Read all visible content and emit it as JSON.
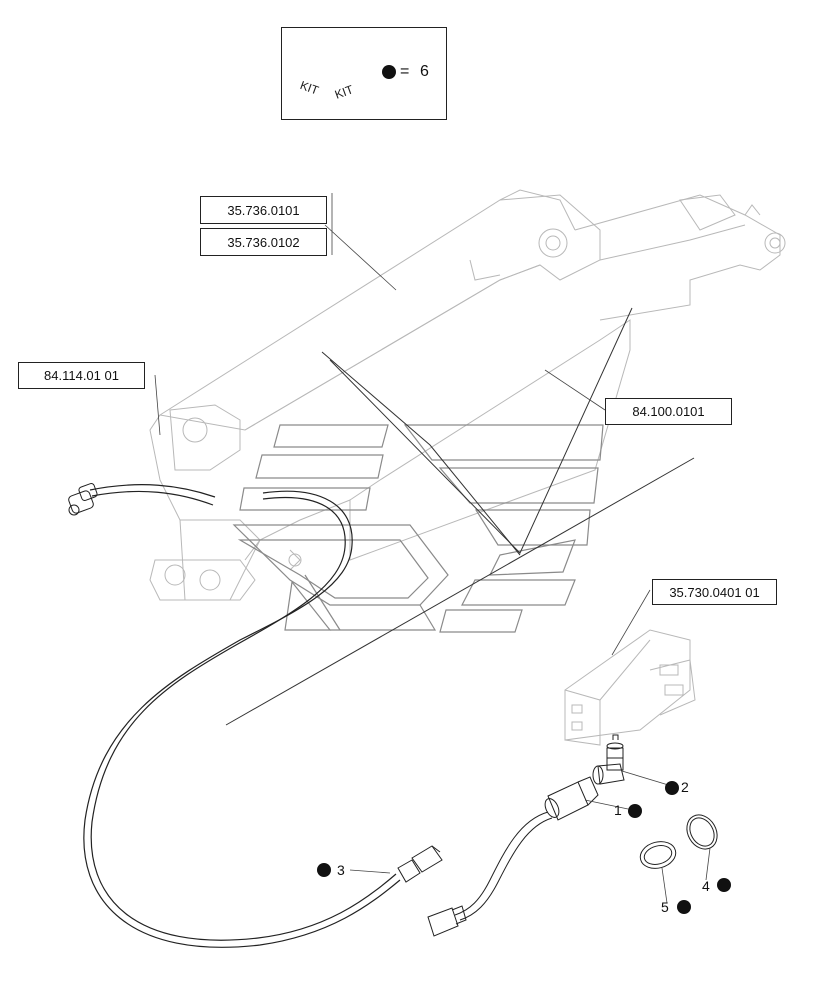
{
  "kit_legend": {
    "icon_labels": [
      "KIT",
      "KIT"
    ],
    "equals_symbol": "=",
    "count": "6"
  },
  "references": [
    {
      "id": "ref-35-736-0101",
      "text": "35.736.0101"
    },
    {
      "id": "ref-35-736-0102",
      "text": "35.736.0102"
    },
    {
      "id": "ref-84-114-01-01",
      "text": "84.114.01 01"
    },
    {
      "id": "ref-84-100-0101",
      "text": "84.100.0101"
    },
    {
      "id": "ref-35-730-0401-01",
      "text": "35.730.0401 01"
    }
  ],
  "callouts": [
    {
      "number": "1",
      "kit": true
    },
    {
      "number": "2",
      "kit": true
    },
    {
      "number": "3",
      "kit": true
    },
    {
      "number": "4",
      "kit": true
    },
    {
      "number": "5",
      "kit": true
    }
  ],
  "colors": {
    "line": "#222222",
    "ghost": "#b5b5b5",
    "bullet": "#111111"
  }
}
